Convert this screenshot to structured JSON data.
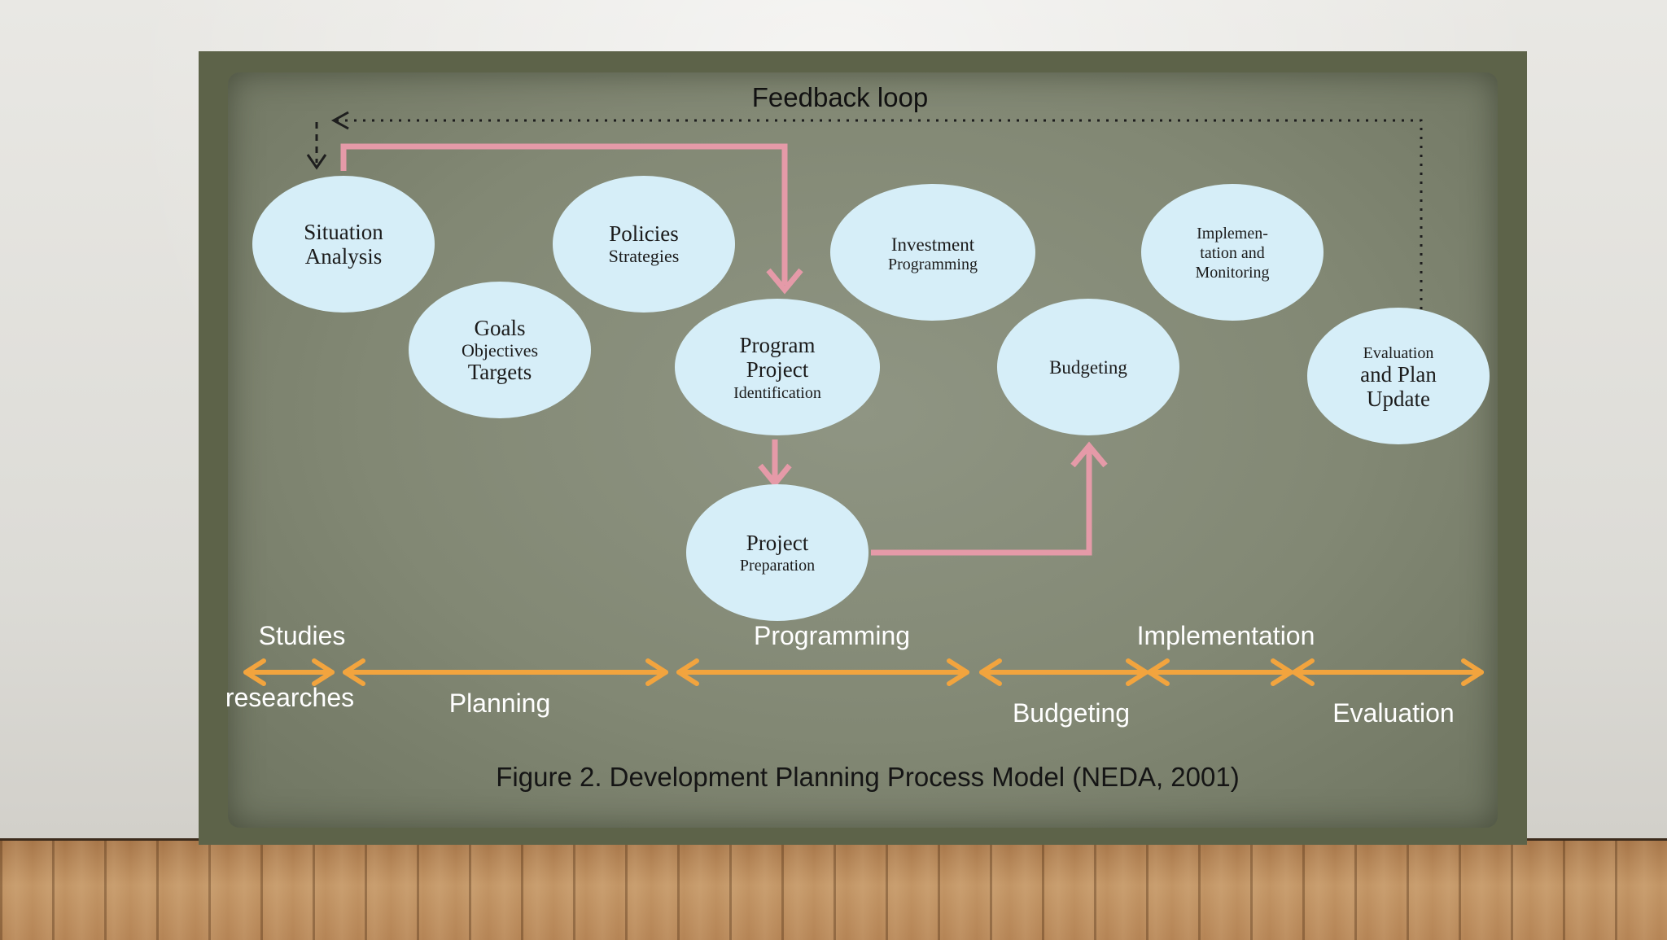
{
  "feedback_label": "Feedback loop",
  "nodes": {
    "situation": [
      "Situation",
      "Analysis"
    ],
    "goals": [
      "Goals",
      "Objectives",
      "Targets"
    ],
    "policies": [
      "Policies",
      "Strategies"
    ],
    "program": [
      "Program",
      "Project",
      "Identification"
    ],
    "investment": [
      "Investment",
      "Programming"
    ],
    "budgeting": [
      "Budgeting"
    ],
    "implementation": [
      "Implemen-",
      "tation and",
      "Monitoring"
    ],
    "evaluation": [
      "Evaluation",
      "and Plan",
      "Update"
    ],
    "preparation": [
      "Project",
      "Preparation"
    ]
  },
  "phases": {
    "studies": "Studies",
    "researches": "researches",
    "planning": "Planning",
    "programming": "Programming",
    "implementation": "Implementation",
    "budgeting": "Budgeting",
    "evaluation": "Evaluation"
  },
  "caption": "Figure 2. Development Planning Process Model (NEDA, 2001)",
  "colors": {
    "node_fill": "#d6eef8",
    "flow_arrow": "#e59aa8",
    "phase_arrow": "#f2a43e",
    "board": "#858a76"
  }
}
